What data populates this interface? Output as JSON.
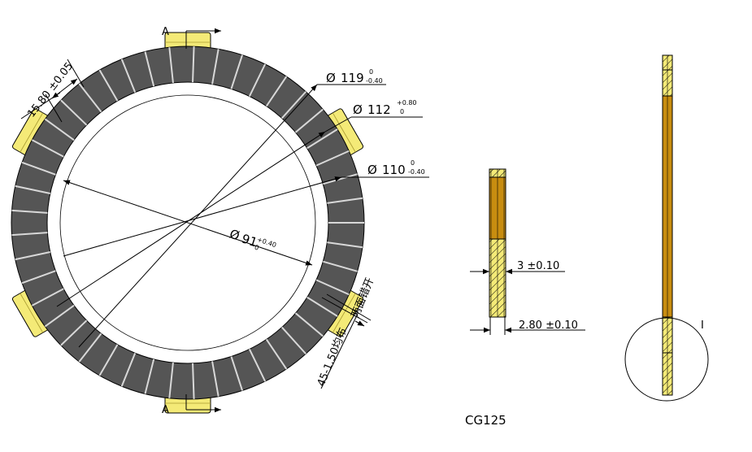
{
  "section_labels": {
    "top": "A",
    "bottom": "A"
  },
  "detail_label": "I",
  "part_name": "CG125",
  "dimensions": {
    "d119": {
      "symbol": "Ø",
      "value": "119",
      "upper": "0",
      "lower": "-0.40"
    },
    "d112": {
      "symbol": "Ø",
      "value": "112",
      "upper": "+0.80",
      "lower": "0"
    },
    "d110": {
      "symbol": "Ø",
      "value": "110",
      "upper": "0",
      "lower": "-0.40"
    },
    "d91": {
      "symbol": "Ø",
      "value": "91",
      "upper": "+0.40",
      "lower": "0"
    },
    "tab_width": "15.80 ±0.05",
    "groove": "45-1.50均布",
    "both_sides": "两面错开",
    "thickness_total": "3 ±0.10",
    "thickness_core": "2.80 ±0.10"
  },
  "colors": {
    "friction": "#555555",
    "tab": "#f4ea77",
    "section_core": "#c88d10",
    "line": "#000000"
  }
}
